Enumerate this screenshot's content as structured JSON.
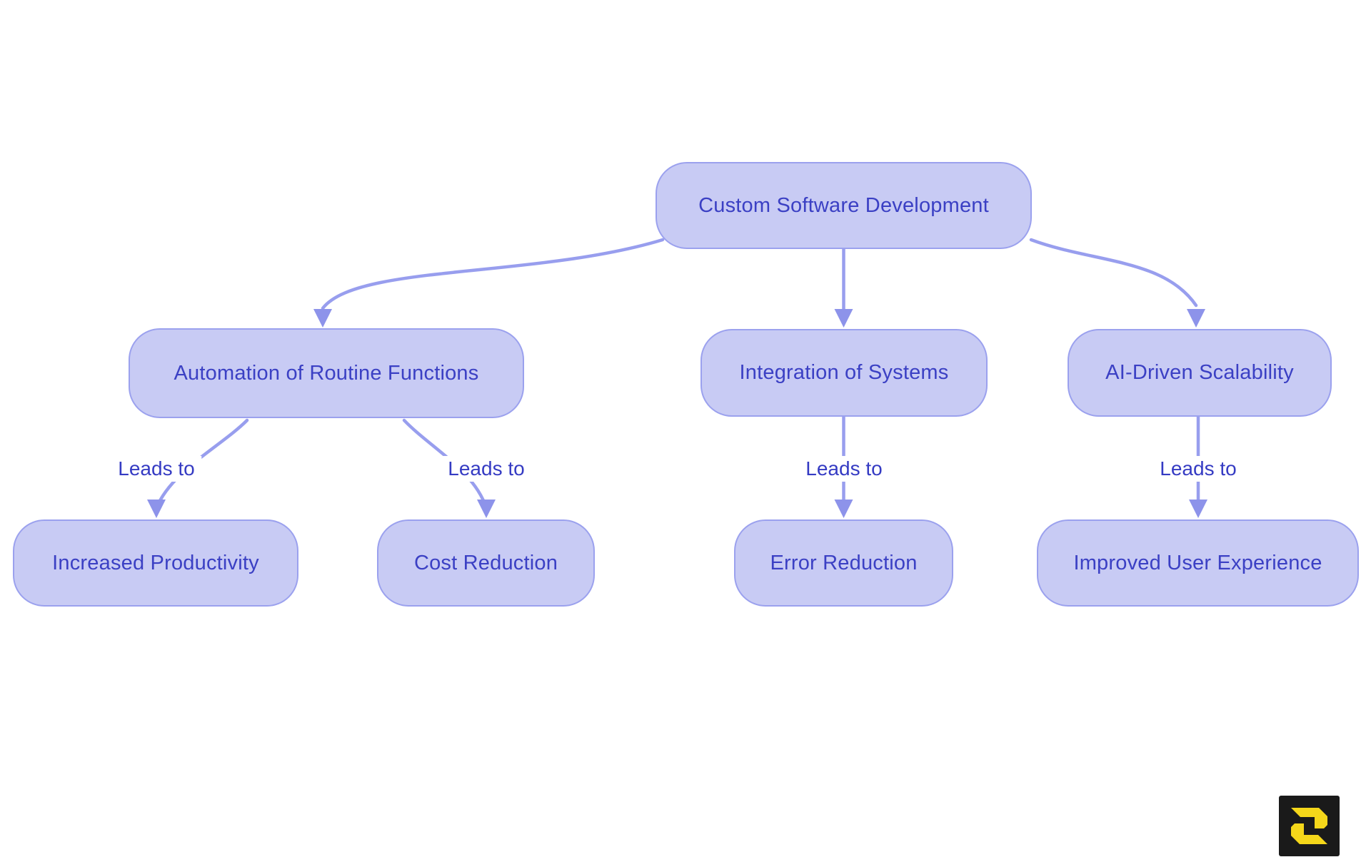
{
  "diagram": {
    "background_color": "#ffffff",
    "node_fill_color": "#c8cbf4",
    "node_border_color": "#9ba1ee",
    "node_text_color": "#3b40c4",
    "edge_color": "#989eee",
    "arrow_color": "#8d93ea",
    "edge_label_color": "#353bc3",
    "nodes": {
      "root": {
        "label": "Custom Software Development"
      },
      "automation": {
        "label": "Automation of Routine Functions"
      },
      "integration": {
        "label": "Integration of Systems"
      },
      "ai": {
        "label": "AI-Driven Scalability"
      },
      "productivity": {
        "label": "Increased Productivity"
      },
      "cost": {
        "label": "Cost Reduction"
      },
      "error": {
        "label": "Error Reduction"
      },
      "ux": {
        "label": "Improved User Experience"
      }
    },
    "edges": [
      {
        "from": "Custom Software Development",
        "to": "Automation of Routine Functions",
        "label": ""
      },
      {
        "from": "Custom Software Development",
        "to": "Integration of Systems",
        "label": ""
      },
      {
        "from": "Custom Software Development",
        "to": "AI-Driven Scalability",
        "label": ""
      },
      {
        "from": "Automation of Routine Functions",
        "to": "Increased Productivity",
        "label": "Leads to"
      },
      {
        "from": "Automation of Routine Functions",
        "to": "Cost Reduction",
        "label": "Leads to"
      },
      {
        "from": "Integration of Systems",
        "to": "Error Reduction",
        "label": "Leads to"
      },
      {
        "from": "AI-Driven Scalability",
        "to": "Improved User Experience",
        "label": "Leads to"
      }
    ]
  },
  "logo": {
    "glyph": "S",
    "background_color": "#1a1a1a",
    "glyph_color": "#f5d71a"
  }
}
